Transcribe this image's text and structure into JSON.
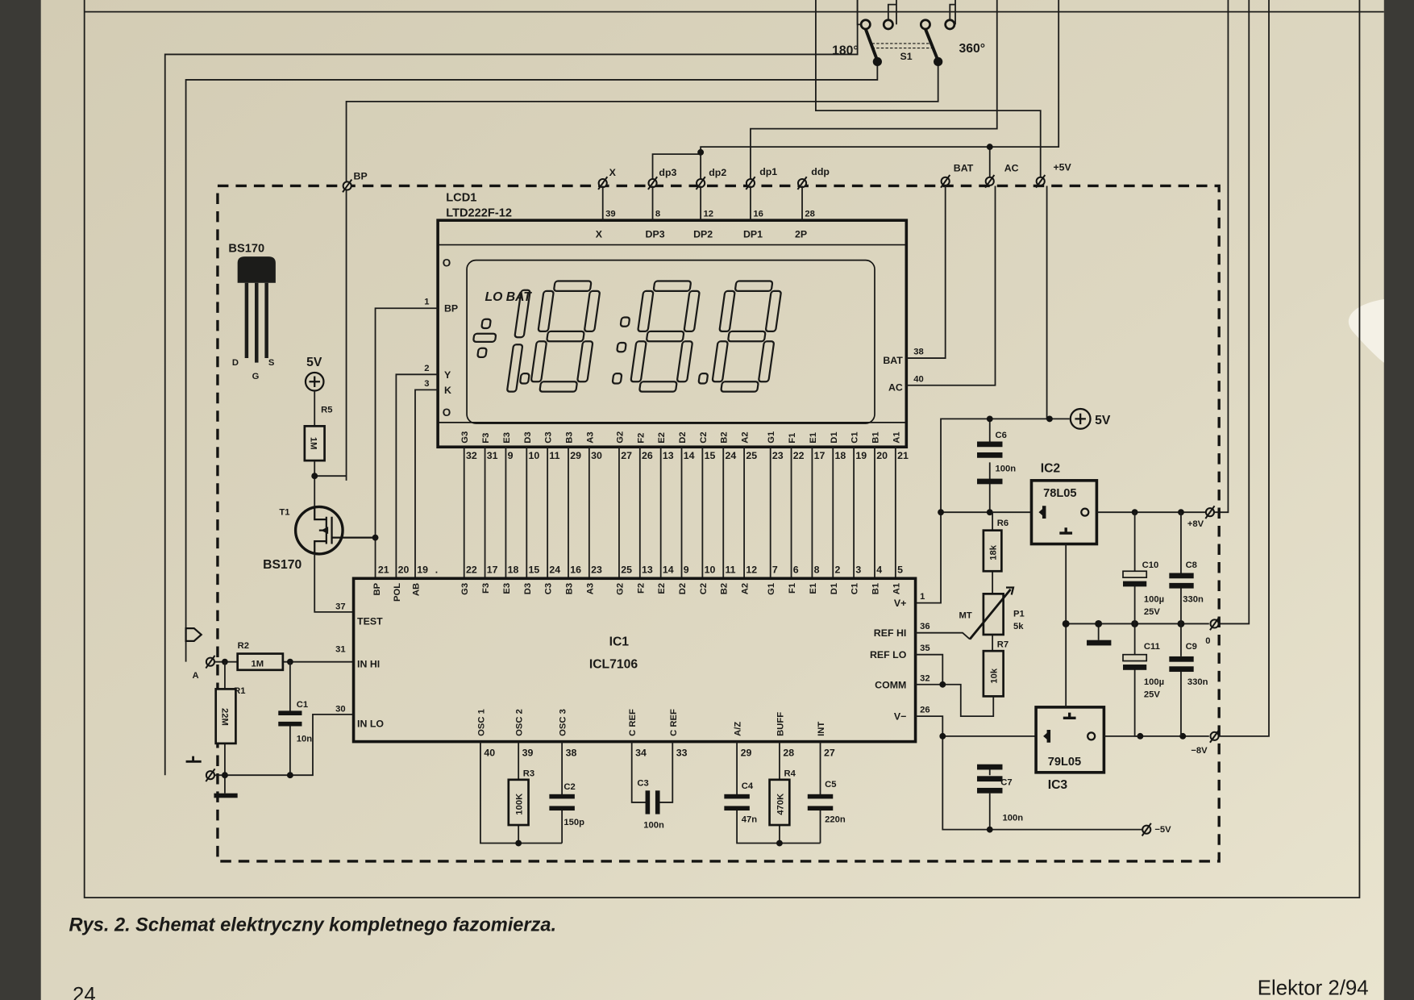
{
  "caption": "Rys. 2. Schemat elektryczny kompletnego fazomierza.",
  "page_number": "24",
  "journal": "Elektor 2/94",
  "switch": {
    "ref": "S1",
    "pos1": "180°",
    "pos2": "360°"
  },
  "terminals": {
    "bp": "BP",
    "x": "X",
    "dp3": "dp3",
    "dp2": "dp2",
    "dp1": "dp1",
    "ddp": "ddp",
    "bat": "BAT",
    "ac": "AC",
    "p5v": "+5V",
    "a": "A",
    "p8v": "+8V",
    "zero": "0",
    "m8v": "−8V",
    "m5v": "−5V"
  },
  "supply": {
    "left_5v": "5V",
    "right_5v": "5V"
  },
  "lcd": {
    "ref": "LCD1",
    "part": "LTD222F-12",
    "lo_bat": "LO BAT",
    "marker": "O",
    "top_pins": [
      {
        "label": "X",
        "num": "39"
      },
      {
        "label": "DP3",
        "num": "8"
      },
      {
        "label": "DP2",
        "num": "12"
      },
      {
        "label": "DP1",
        "num": "16"
      },
      {
        "label": "2P",
        "num": "28"
      }
    ],
    "left_pins": [
      {
        "label": "BP",
        "num": "1"
      },
      {
        "label": "Y",
        "num": "2"
      },
      {
        "label": "K",
        "num": "3"
      }
    ],
    "right_pins": [
      {
        "label": "BAT",
        "num": "38"
      },
      {
        "label": "AC",
        "num": "40"
      }
    ],
    "bottom_pins": [
      {
        "label": "G3",
        "num": "32"
      },
      {
        "label": "F3",
        "num": "31"
      },
      {
        "label": "E3",
        "num": "9"
      },
      {
        "label": "D3",
        "num": "10"
      },
      {
        "label": "C3",
        "num": "11"
      },
      {
        "label": "B3",
        "num": "29"
      },
      {
        "label": "A3",
        "num": "30"
      },
      {
        "label": "G2",
        "num": "27"
      },
      {
        "label": "F2",
        "num": "26"
      },
      {
        "label": "E2",
        "num": "13"
      },
      {
        "label": "D2",
        "num": "14"
      },
      {
        "label": "C2",
        "num": "15"
      },
      {
        "label": "B2",
        "num": "24"
      },
      {
        "label": "A2",
        "num": "25"
      },
      {
        "label": "G1",
        "num": "23"
      },
      {
        "label": "F1",
        "num": "22"
      },
      {
        "label": "E1",
        "num": "17"
      },
      {
        "label": "D1",
        "num": "18"
      },
      {
        "label": "C1",
        "num": "19"
      },
      {
        "label": "B1",
        "num": "20"
      },
      {
        "label": "A1",
        "num": "21"
      }
    ]
  },
  "ic1": {
    "ref": "IC1",
    "part": "ICL7106",
    "top_control_pins": [
      {
        "label": "BP",
        "num": "21"
      },
      {
        "label": "POL",
        "num": "20"
      },
      {
        "label": "AB",
        "num": "19"
      },
      {
        "label": "",
        "num": "."
      }
    ],
    "top_segment_pins": [
      {
        "label": "G3",
        "num": "22"
      },
      {
        "label": "F3",
        "num": "17"
      },
      {
        "label": "E3",
        "num": "18"
      },
      {
        "label": "D3",
        "num": "15"
      },
      {
        "label": "C3",
        "num": "24"
      },
      {
        "label": "B3",
        "num": "16"
      },
      {
        "label": "A3",
        "num": "23"
      },
      {
        "label": "G2",
        "num": "25"
      },
      {
        "label": "F2",
        "num": "13"
      },
      {
        "label": "E2",
        "num": "14"
      },
      {
        "label": "D2",
        "num": "9"
      },
      {
        "label": "C2",
        "num": "10"
      },
      {
        "label": "B2",
        "num": "11"
      },
      {
        "label": "A2",
        "num": "12"
      },
      {
        "label": "G1",
        "num": "7"
      },
      {
        "label": "F1",
        "num": "6"
      },
      {
        "label": "E1",
        "num": "8"
      },
      {
        "label": "D1",
        "num": "2"
      },
      {
        "label": "C1",
        "num": "3"
      },
      {
        "label": "B1",
        "num": "4"
      },
      {
        "label": "A1",
        "num": "5"
      }
    ],
    "left_pins": [
      {
        "label": "TEST",
        "num": "37"
      },
      {
        "label": "IN HI",
        "num": "31"
      },
      {
        "label": "IN LO",
        "num": "30"
      }
    ],
    "right_pins": [
      {
        "label": "V+",
        "num": "1"
      },
      {
        "label": "REF HI",
        "num": "36"
      },
      {
        "label": "REF LO",
        "num": "35"
      },
      {
        "label": "COMM",
        "num": "32"
      },
      {
        "label": "V−",
        "num": "26"
      }
    ],
    "bottom_pins": [
      {
        "label": "OSC 1",
        "num": "40"
      },
      {
        "label": "OSC 2",
        "num": "39"
      },
      {
        "label": "OSC 3",
        "num": "38"
      },
      {
        "label": "C REF",
        "num": "34"
      },
      {
        "label": "C REF",
        "num": "33"
      },
      {
        "label": "A/Z",
        "num": "29"
      },
      {
        "label": "BUFF",
        "num": "28"
      },
      {
        "label": "INT",
        "num": "27"
      }
    ]
  },
  "ic2": {
    "ref": "IC2",
    "part": "78L05"
  },
  "ic3": {
    "ref": "IC3",
    "part": "79L05"
  },
  "t1": {
    "ref": "T1",
    "part": "BS170"
  },
  "bs170_pinout": {
    "title": "BS170",
    "d": "D",
    "g": "G",
    "s": "S"
  },
  "components": {
    "R1": {
      "ref": "R1",
      "value": "22M"
    },
    "R2": {
      "ref": "R2",
      "value": "1M"
    },
    "R3": {
      "ref": "R3",
      "value": "100K"
    },
    "R4": {
      "ref": "R4",
      "value": "470K"
    },
    "R5": {
      "ref": "R5",
      "value": "1M"
    },
    "R6": {
      "ref": "R6",
      "value": "18k"
    },
    "R7": {
      "ref": "R7",
      "value": "10k"
    },
    "P1": {
      "ref": "P1",
      "value": "5k",
      "type": "MT"
    },
    "C1": {
      "ref": "C1",
      "value": "10n"
    },
    "C2": {
      "ref": "C2",
      "value": "150p"
    },
    "C3": {
      "ref": "C3",
      "value": "100n"
    },
    "C4": {
      "ref": "C4",
      "value": "47n"
    },
    "C5": {
      "ref": "C5",
      "value": "220n"
    },
    "C6": {
      "ref": "C6",
      "value": "100n"
    },
    "C7": {
      "ref": "C7",
      "value": "100n"
    },
    "C8": {
      "ref": "C8",
      "value": "330n"
    },
    "C9": {
      "ref": "C9",
      "value": "330n"
    },
    "C10": {
      "ref": "C10",
      "value": "100µ",
      "voltage": "25V"
    },
    "C11": {
      "ref": "C11",
      "value": "100µ",
      "voltage": "25V"
    }
  }
}
